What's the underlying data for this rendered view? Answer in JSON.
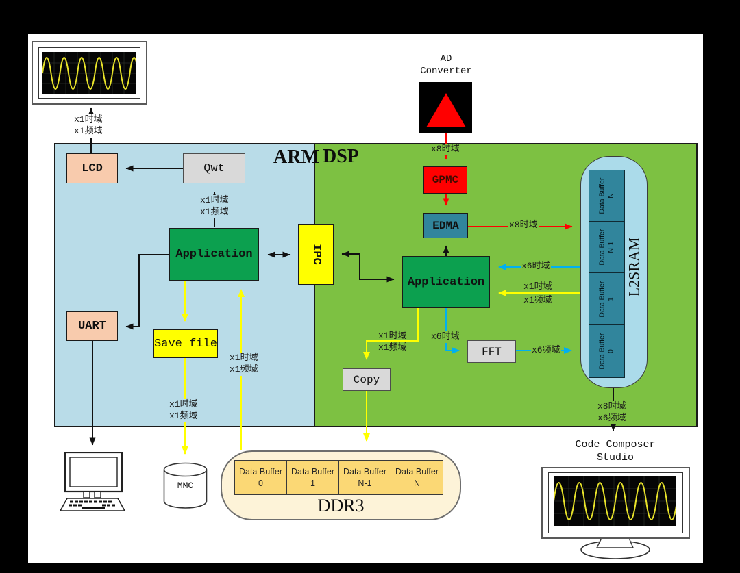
{
  "regions": {
    "arm_label": "ARM",
    "dsp_label": "DSP"
  },
  "boxes": {
    "lcd": "LCD",
    "qwt": "Qwt",
    "arm_app": "Application",
    "uart": "UART",
    "save_file": "Save file",
    "ipc": "IPC",
    "gpmc": "GPMC",
    "edma": "EDMA",
    "dsp_app": "Application",
    "fft": "FFT",
    "copy": "Copy",
    "mmc": "MMC",
    "ddr3": "DDR3",
    "l2sram": "L2SRAM"
  },
  "ad_converter": {
    "line1": "AD",
    "line2": "Converter"
  },
  "ccs": {
    "line1": "Code Composer",
    "line2": "Studio"
  },
  "l2sram_buffers": [
    {
      "line1": "Data Buffer",
      "line2": "N"
    },
    {
      "line1": "Data Buffer",
      "line2": "N-1"
    },
    {
      "line1": "Data Buffer",
      "line2": "1"
    },
    {
      "line1": "Data Buffer",
      "line2": "0"
    }
  ],
  "ddr3_buffers": [
    {
      "line1": "Data Buffer",
      "line2": "0"
    },
    {
      "line1": "Data Buffer",
      "line2": "1"
    },
    {
      "line1": "Data Buffer",
      "line2": "N-1"
    },
    {
      "line1": "Data Buffer",
      "line2": "N"
    }
  ],
  "flow_labels": {
    "monitor_top": [
      "x1时域",
      "x1频域"
    ],
    "qwt_in": [
      "x1时域",
      "x1频域"
    ],
    "ad_out": "x8时域",
    "edma_to_l2sram": "x8时域",
    "l2sram_to_app_time": "x6时域",
    "l2sram_to_app_x1": [
      "x1时域",
      "x1频域"
    ],
    "app_to_fft": "x6时域",
    "fft_to_l2sram": "x6频域",
    "app_to_copy": [
      "x1时域",
      "x1频域"
    ],
    "ddr3_to_arm_app": [
      "x1时域",
      "x1频域"
    ],
    "savefile_to_mmc": [
      "x1时域",
      "x1频域"
    ],
    "l2sram_to_ccs": [
      "x8时域",
      "x6频域"
    ]
  },
  "colors": {
    "arm_region": "#b9dce8",
    "dsp_region": "#7dc142",
    "peach_box": "#f8cbad",
    "gray_box": "#d9d9d9",
    "app_green": "#0ca04f",
    "yellow": "#ffff00",
    "red": "#ff0000",
    "teal": "#31859c",
    "l2sram_bg": "#abdbea",
    "ddr3_bg": "#fdf3d8",
    "ddr3_cell": "#fbd875",
    "cyan_arrow": "#00b0f0",
    "wave_yellow": "#e8e32a"
  }
}
